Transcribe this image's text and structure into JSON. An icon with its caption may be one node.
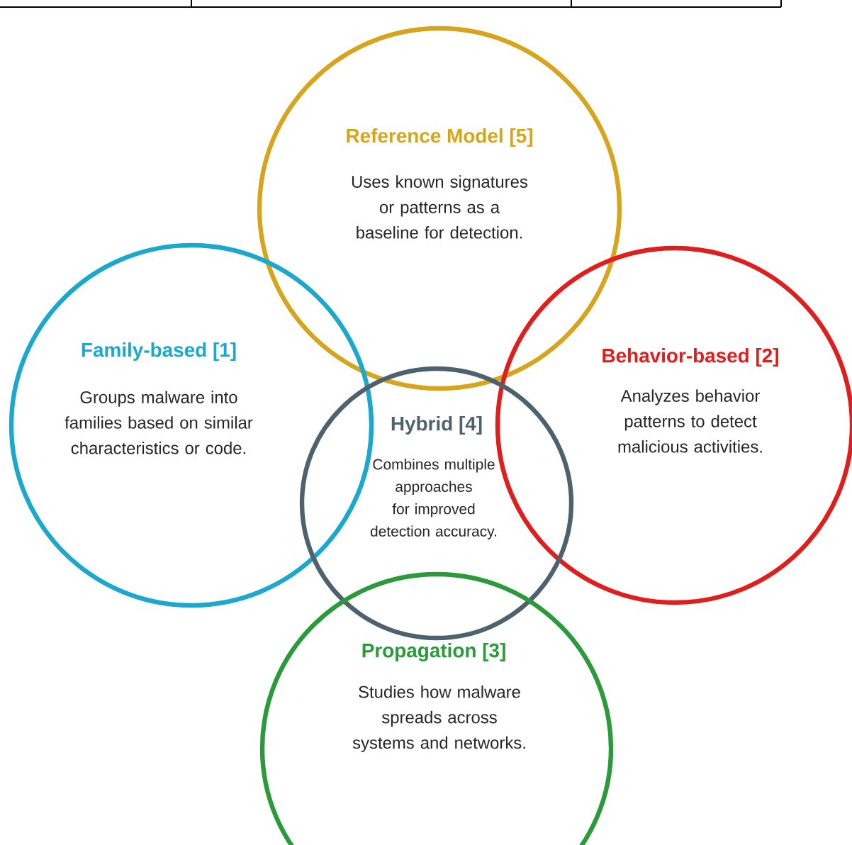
{
  "diagram": {
    "nodes": [
      {
        "text": [
          "Reference Model [5]",
          "Uses known signatures or patterns as a baseline for detection."
        ]
      },
      {
        "text": [
          "Family-based [1]",
          "Groups malware into families based on similar characteristics or code."
        ]
      },
      {
        "text": [
          "Behavior-based [2]",
          "Analyzes behavior patterns to detect malicious activities."
        ]
      },
      {
        "text": [
          "Hybrid [4]",
          "Combines multiple approaches for improved detection accuracy."
        ]
      },
      {
        "text": [
          "Propagation [3]",
          "Studies how malware spreads across systems and networks."
        ]
      }
    ]
  }
}
